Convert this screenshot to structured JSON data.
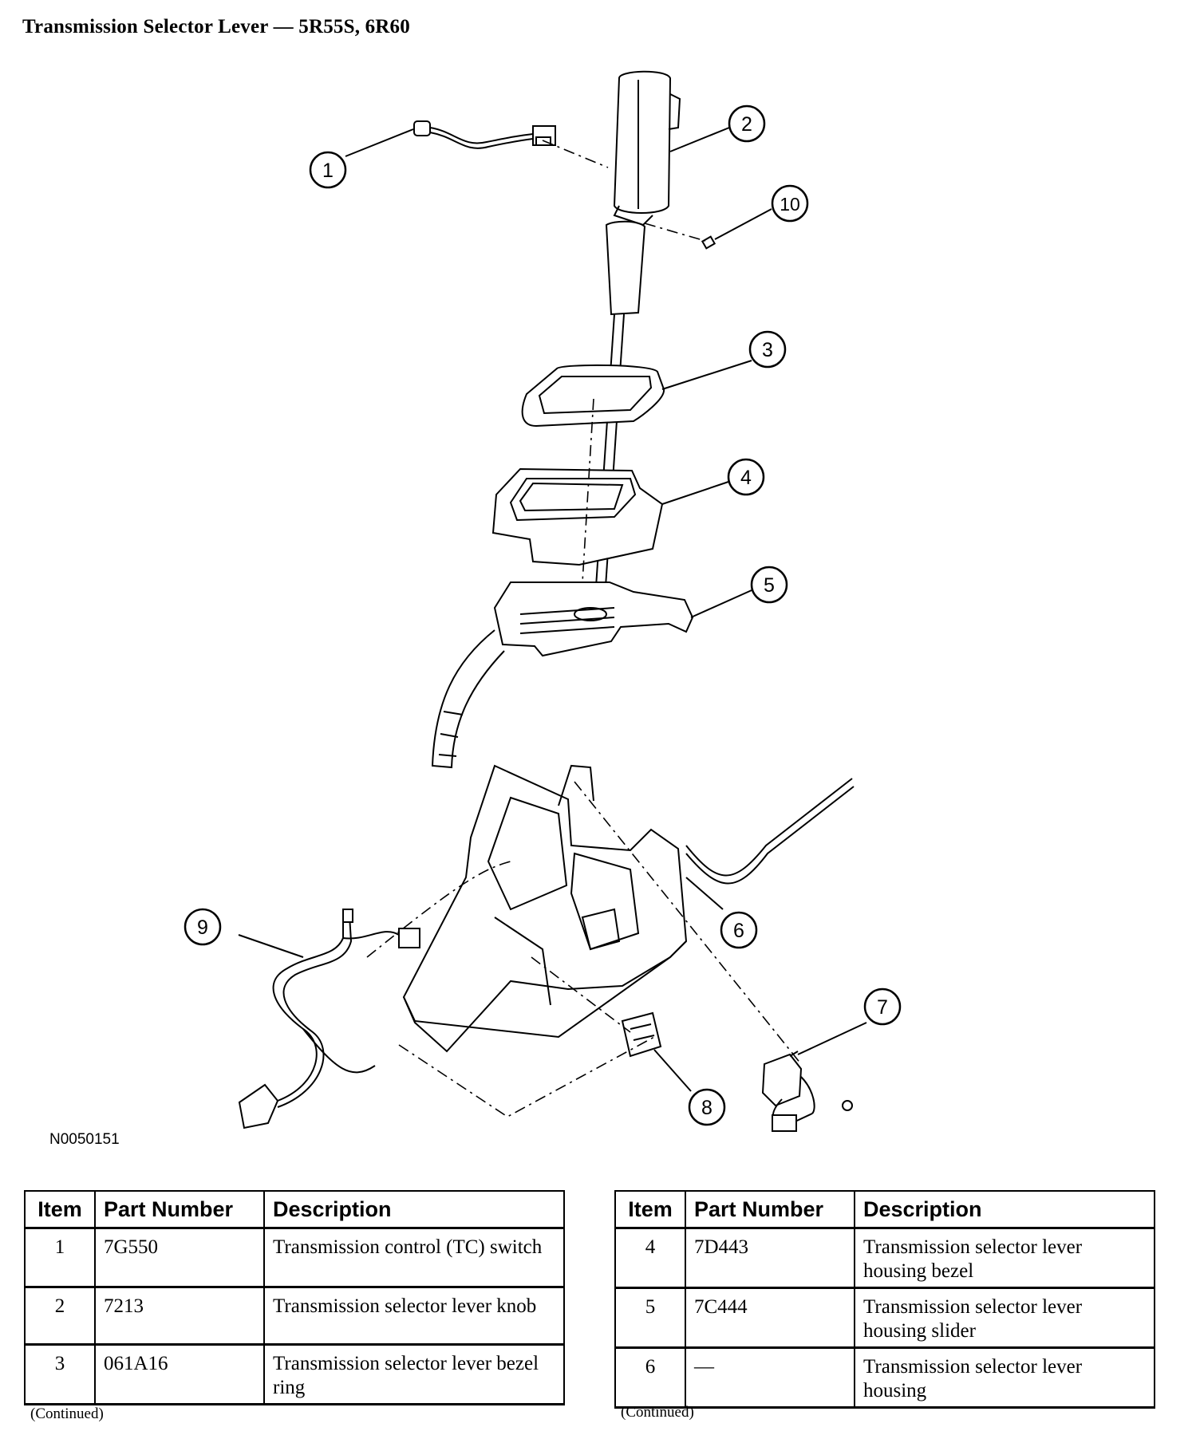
{
  "title": "Transmission Selector Lever — 5R55S, 6R60",
  "figure_id": "N0050151",
  "callouts": [
    "1",
    "2",
    "3",
    "4",
    "5",
    "6",
    "7",
    "8",
    "9",
    "10"
  ],
  "table_headers": {
    "item": "Item",
    "part_number": "Part Number",
    "description": "Description"
  },
  "left_table": [
    {
      "item": "1",
      "part_number": "7G550",
      "description": "Transmission control (TC) switch"
    },
    {
      "item": "2",
      "part_number": "7213",
      "description": "Transmission selector lever knob"
    },
    {
      "item": "3",
      "part_number": "061A16",
      "description": "Transmission selector lever bezel ring"
    }
  ],
  "right_table": [
    {
      "item": "4",
      "part_number": "7D443",
      "description": "Transmission selector lever housing bezel"
    },
    {
      "item": "5",
      "part_number": "7C444",
      "description": "Transmission selector lever housing slider"
    },
    {
      "item": "6",
      "part_number": "—",
      "description": "Transmission selector lever housing"
    }
  ],
  "continued_left": "(Continued)",
  "continued_right": "(Continued)"
}
